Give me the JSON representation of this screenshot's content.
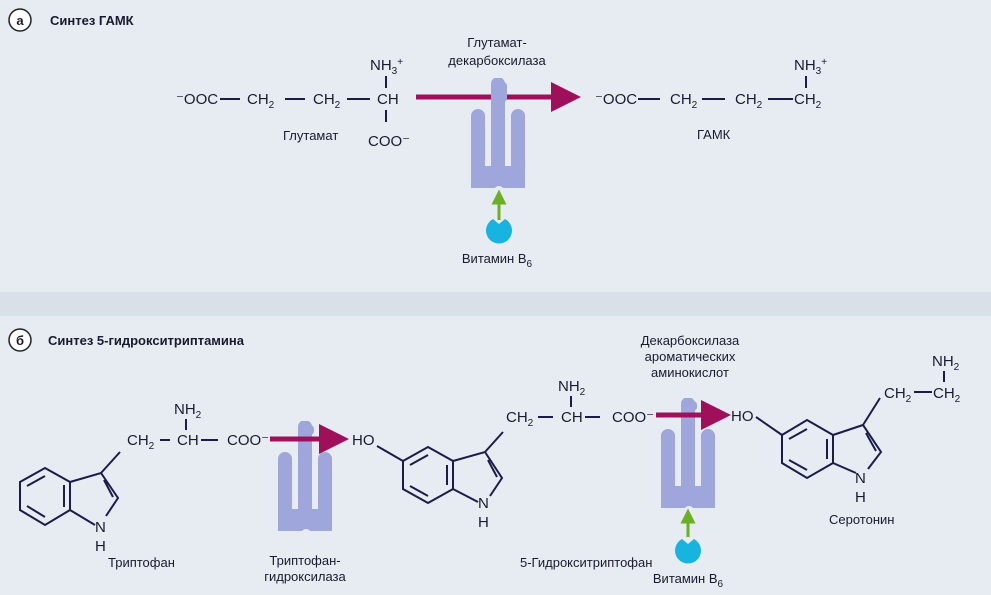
{
  "colors": {
    "background": "#e6ecf1",
    "reaction_arrow": "#a0105a",
    "enzyme": "#9ea6dc",
    "vitamin": "#18b4e0",
    "cofactor_arrow": "#6ab020",
    "bond": "#1c1c4a"
  },
  "panel_a": {
    "badge": "а",
    "title": "Синтез ГАМК",
    "substrate": {
      "name": "Глутамат",
      "ooc": "⁻OOC",
      "ch2": "CH",
      "sub2": "2",
      "ch": "CH",
      "nh3": "NH",
      "nh3_sub": "3",
      "nh3_sup": "+",
      "coo": "COO⁻"
    },
    "enzyme": {
      "line1": "Глутамат-",
      "line2": "декарбоксилаза"
    },
    "cofactor": {
      "label": "Витамин B",
      "sub": "6"
    },
    "product": {
      "name": "ГАМК",
      "ooc": "⁻OOC",
      "ch2": "CH",
      "sub2": "2",
      "nh3": "NH",
      "nh3_sub": "3",
      "nh3_sup": "+"
    }
  },
  "panel_b": {
    "badge": "б",
    "title": "Синтез 5-гидрокситриптамина",
    "tryptophan": {
      "name": "Триптофан",
      "ch2": "CH",
      "sub2": "2",
      "ch": "CH",
      "nh2": "NH",
      "coo": "COO⁻",
      "n": "N",
      "h": "H"
    },
    "enzyme1": {
      "line1": "Триптофан-",
      "line2": "гидроксилаза"
    },
    "htp": {
      "name": "5-Гидрокситриптофан",
      "ho": "HO",
      "ch2": "CH",
      "sub2": "2",
      "ch": "CH",
      "nh2": "NH",
      "coo": "COO⁻",
      "n": "N",
      "h": "H"
    },
    "enzyme2": {
      "line1": "Декарбоксилаза",
      "line2": "ароматических",
      "line3": "аминокислот"
    },
    "cofactor": {
      "label": "Витамин B",
      "sub": "6"
    },
    "serotonin": {
      "name": "Серотонин",
      "ho": "HO",
      "ch2": "CH",
      "sub2": "2",
      "nh2": "NH",
      "n": "N",
      "h": "H"
    }
  }
}
